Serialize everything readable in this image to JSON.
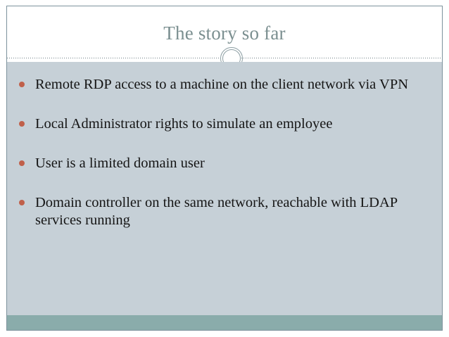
{
  "slide": {
    "title": "The story so far",
    "colors": {
      "title_text": "#7b8f90",
      "body_background": "#c6d0d7",
      "slide_background": "#ffffff",
      "bullet_marker": "#c0604a",
      "accent_bar": "#8aacab",
      "border": "#7d929c",
      "body_text": "#151515"
    },
    "ornament": {
      "name": "double-ring",
      "description": "two concentric open circles centered on the dotted divider"
    },
    "divider": {
      "style": "dotted"
    },
    "bullets": [
      {
        "text": "Remote RDP access to a machine on the client network via VPN"
      },
      {
        "text": "Local Administrator rights to simulate an employee"
      },
      {
        "text": "User is a limited domain user"
      },
      {
        "text": "Domain controller on the same network, reachable with LDAP services running"
      }
    ]
  }
}
